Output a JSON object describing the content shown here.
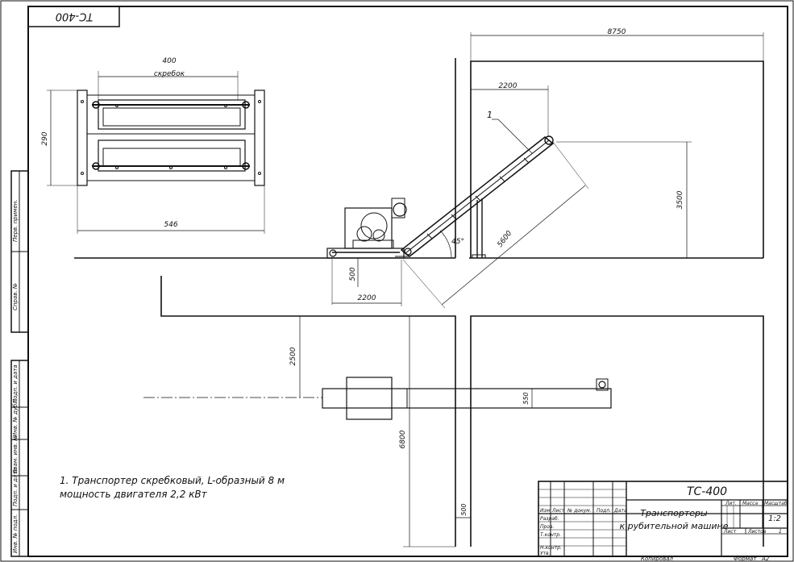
{
  "corner_stamp": "TC-400",
  "dims": {
    "width_total": "8750",
    "left_offset": "2200",
    "height": "3500",
    "length": "5600",
    "angle": "45°",
    "base_width": "2200",
    "base_height": "500",
    "offset_top": "2500",
    "offset_vert": "6800",
    "offset_small": "500",
    "chute": "550"
  },
  "section": {
    "width_label": "400",
    "width_sub": "скребок",
    "height_label": "290",
    "total_label": "546"
  },
  "callout": "1",
  "notes": [
    "1. Транспортер скребковый, L-образный 8 м",
    "мощность двигателя 2,2 кВт"
  ],
  "left_strip": [
    "Перв. примен.",
    "Справ. №",
    "Подп. и дата",
    "Инв. № дубл.",
    "Взам. инв. №",
    "Подп. и дата",
    "Инв. № подл."
  ],
  "title_block": {
    "designation": "TC-400",
    "name_line1": "Транспортеры",
    "name_line2": "к рубительной машине",
    "col_headers": [
      "Изм.",
      "Лист",
      "№ докум.",
      "Подп.",
      "Дата"
    ],
    "roles": [
      "Разраб.",
      "Пров.",
      "Т.контр.",
      "",
      "Н.контр.",
      "Утв."
    ],
    "lit_label": "Лит.",
    "mass_label": "Масса",
    "scale_label": "Масштаб",
    "scale_value": "1:2",
    "sheet_label": "Лист",
    "sheets_label": "Листов",
    "sheets_value": "1",
    "copied_label": "Копировал",
    "format_label": "Формат",
    "format_value": "А2"
  }
}
